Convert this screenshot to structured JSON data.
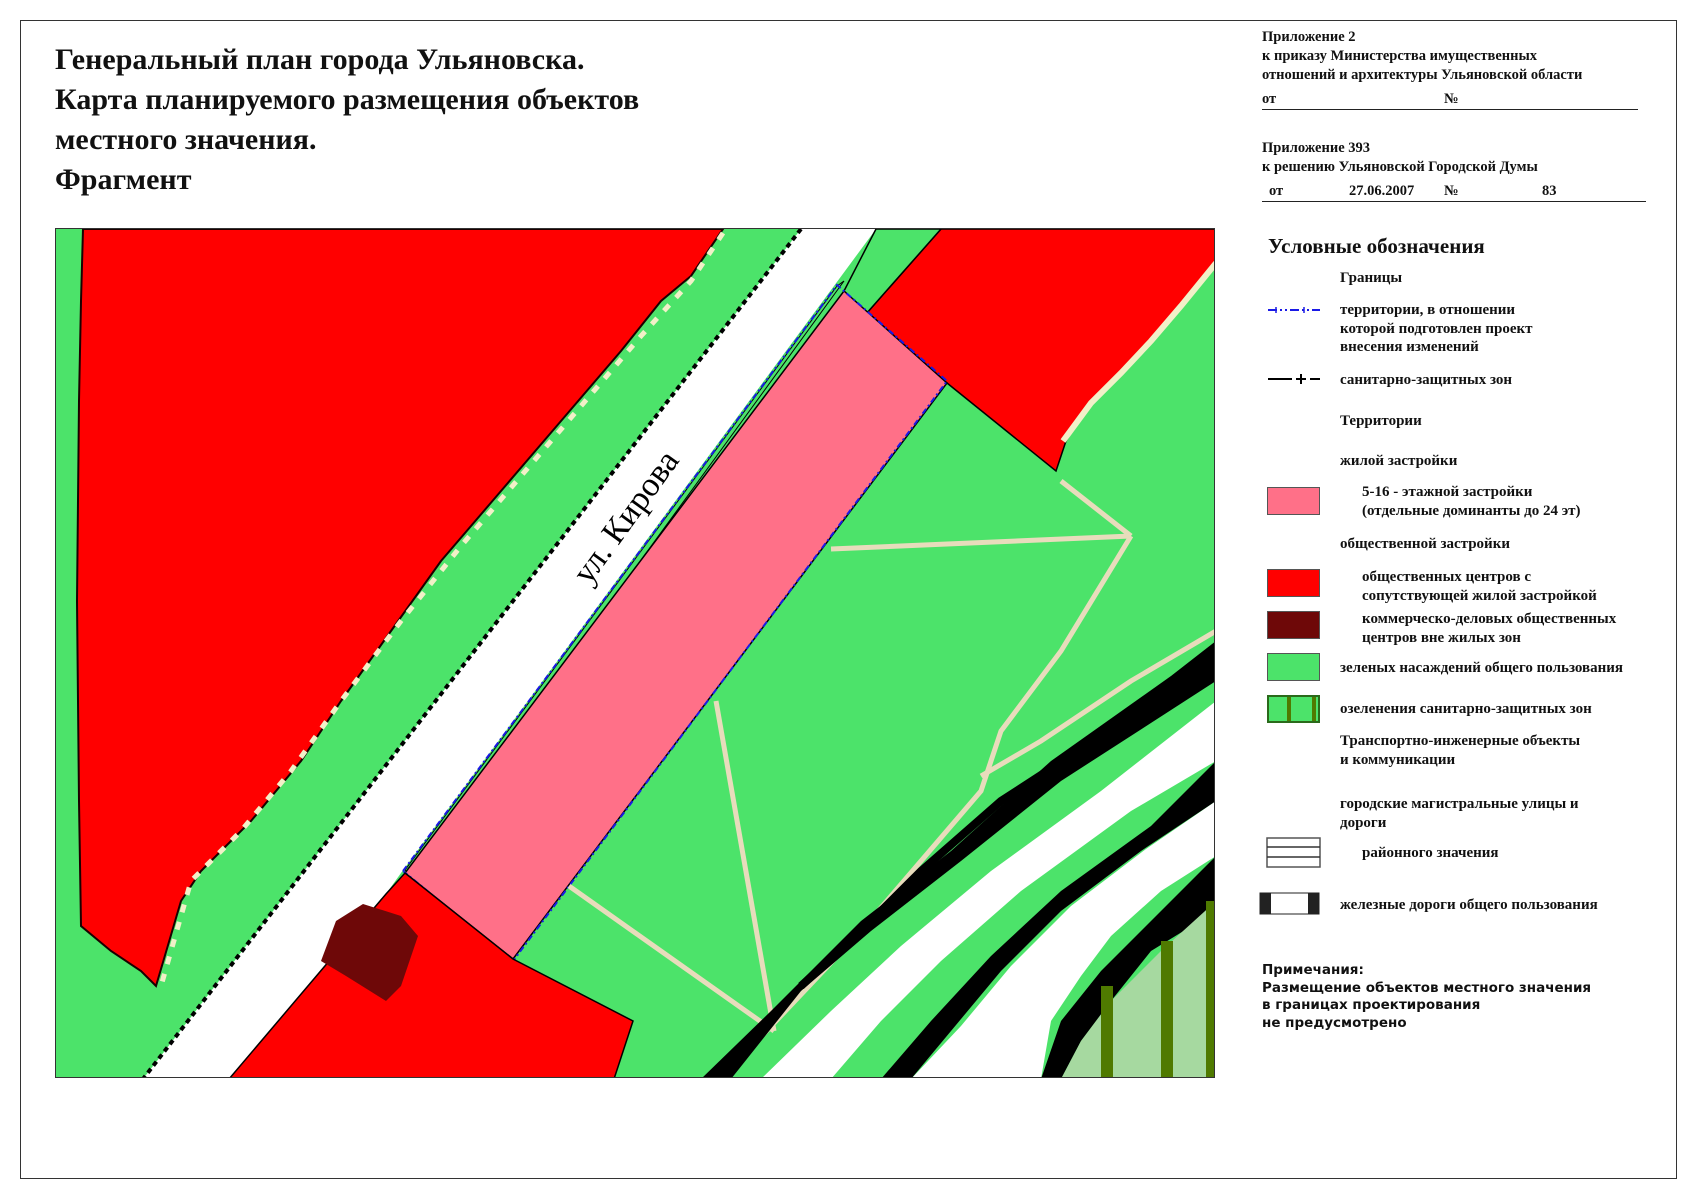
{
  "title": {
    "lines": [
      "Генеральный план города Ульяновска.",
      "Карта планируемого размещения объектов",
      "местного значения.",
      "Фрагмент"
    ]
  },
  "approval_1": {
    "heading": "Приложение 2",
    "line2": "к приказу Министерства имущественных",
    "line3": "отношений и архитектуры Ульяновской области",
    "from_label": "от",
    "from_value": "",
    "number_label": "№",
    "number_value": ""
  },
  "approval_2": {
    "heading": "Приложение 393",
    "line2": "к решению Ульяновской Городской Думы",
    "from_label": "от",
    "from_value": "27.06.2007",
    "number_label": "№",
    "number_value": "83"
  },
  "map": {
    "street_label": "ул. Кирова",
    "colors": {
      "residential_5_16": "#ff7088",
      "public_centers": "#ff0000",
      "commercial": "#6e0808",
      "green_public": "#4ce36a",
      "green_sanitary_stripe": "#4f7a00",
      "path": "#e8dcbc",
      "road": "#ffffff",
      "boundary_project": "#1a1ae6",
      "light_green": "#a6d9a0",
      "outline": "#000000"
    }
  },
  "legend": {
    "title": "Условные обозначения",
    "groups": {
      "borders_heading": "Границы",
      "territories_heading": "Территории",
      "residential_heading": "жилой застройки",
      "public_heading": "общественной застройки",
      "transport_heading_1": "Транспортно-инженерные объекты",
      "transport_heading_2": "и коммуникации",
      "streets_heading_1": "городские магистральные улицы и",
      "streets_heading_2": "дороги"
    },
    "items": [
      {
        "id": "project-boundary",
        "symbol": "blue-dash-dot-line",
        "lines": [
          "территории, в отношении",
          "которой подготовлен проект",
          "внесения изменений"
        ]
      },
      {
        "id": "sanitary-boundary",
        "symbol": "black-line-cross",
        "lines": [
          "санитарно-защитных зон"
        ]
      },
      {
        "id": "residential-5-16",
        "symbol": "pink-swatch",
        "color": "#ff7088",
        "lines": [
          "5-16 - этажной застройки",
          "(отдельные доминанты до 24 эт)"
        ]
      },
      {
        "id": "public-centers",
        "symbol": "red-swatch",
        "color": "#ff0000",
        "lines": [
          "общественных центров с",
          "сопутствующей жилой застройкой"
        ]
      },
      {
        "id": "commercial-centers",
        "symbol": "dark-red-swatch",
        "color": "#6e0808",
        "lines": [
          "коммерческо-деловых общественных",
          "центров вне жилых зон"
        ]
      },
      {
        "id": "green-public",
        "symbol": "green-swatch",
        "color": "#4ce36a",
        "lines": [
          "зеленых насаждений общего пользования"
        ]
      },
      {
        "id": "green-sanitary",
        "symbol": "green-striped-swatch",
        "color": "#4ce36a",
        "lines": [
          "озеленения санитарно-защитных зон"
        ]
      },
      {
        "id": "district-roads",
        "symbol": "road-swatch",
        "lines": [
          "районного значения"
        ]
      },
      {
        "id": "railways",
        "symbol": "railway-swatch",
        "lines": [
          "железные дороги общего пользования"
        ]
      }
    ]
  },
  "notes": {
    "heading": "Примечания:",
    "lines": [
      "Размещение объектов местного значения",
      "в границах проектирования",
      "не предусмотрено"
    ]
  }
}
